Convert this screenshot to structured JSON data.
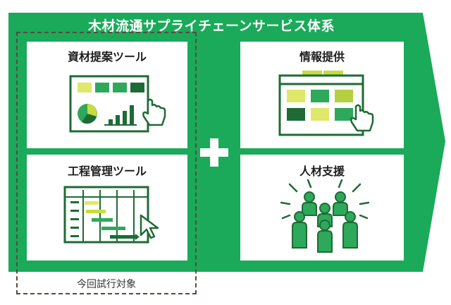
{
  "title": "木材流通サプライチェーンサービス体系",
  "panels": [
    {
      "id": "resource-proposal",
      "label": "資材提案ツール"
    },
    {
      "id": "info-provision",
      "label": "情報提供"
    },
    {
      "id": "process-management",
      "label": "工程管理ツール"
    },
    {
      "id": "human-support",
      "label": "人材支援"
    }
  ],
  "target_label": "今回試行対象",
  "colors": {
    "brand_green": "#1aaa5a",
    "dark_green": "#1e6b35",
    "mid_green": "#2ea85a",
    "lime": "#c8dc3c",
    "light_lime": "#dfe86a",
    "dashed_border": "#5a4a3e"
  },
  "icons": [
    "plus-icon",
    "hand-pointer-icon",
    "cursor-arrow-icon",
    "person-icon"
  ]
}
